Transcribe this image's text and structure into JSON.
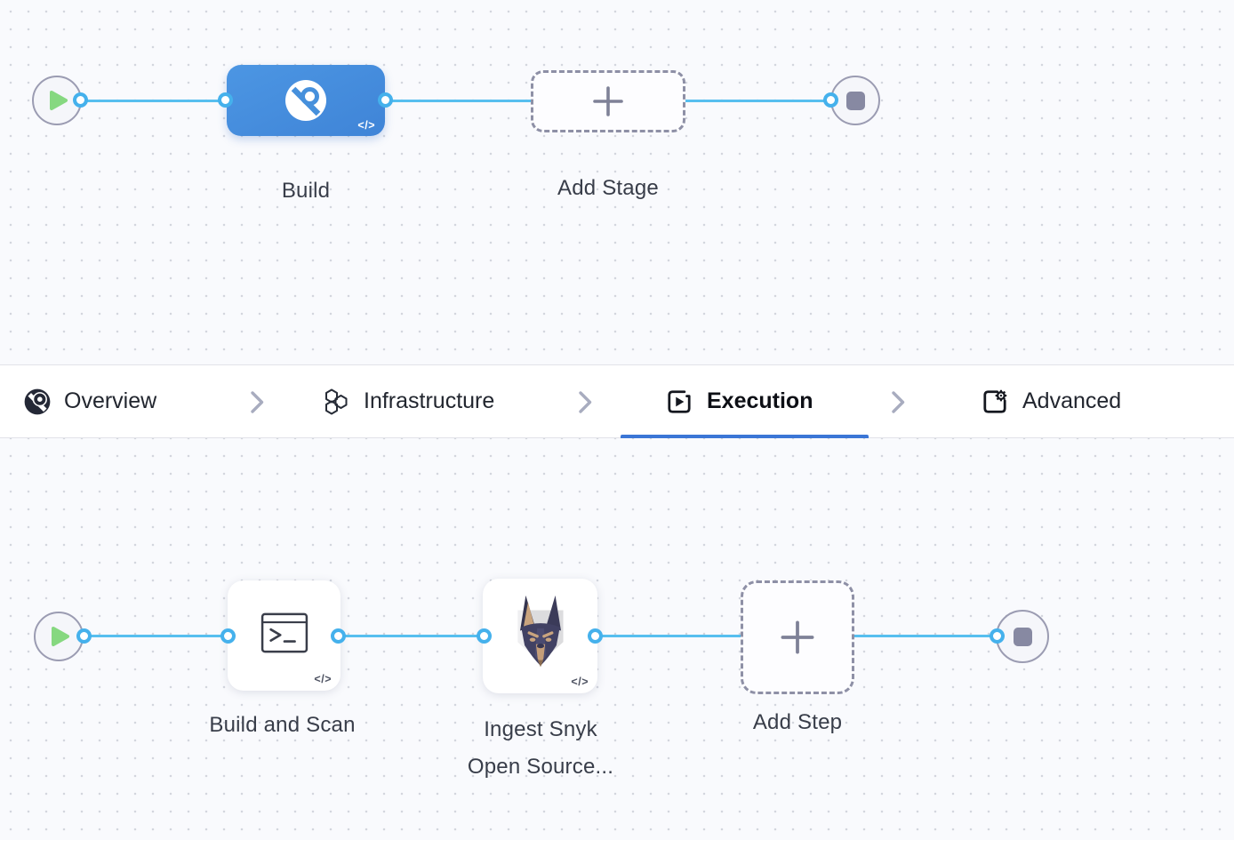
{
  "canvas": {
    "stage_row": {
      "start_icon": "play-icon",
      "build_stage": {
        "label": "Build",
        "icon": "ci-build-icon",
        "code_badge": "</>"
      },
      "add_stage": {
        "label": "Add Stage",
        "icon": "plus-icon"
      },
      "end_icon": "stop-icon"
    },
    "step_row": {
      "start_icon": "play-icon",
      "build_and_scan_step": {
        "label": "Build and Scan",
        "icon": "terminal-icon",
        "code_badge": "</>"
      },
      "snyk_step": {
        "label_line1": "Ingest Snyk",
        "label_line2": "Open Source...",
        "icon": "snyk-doberman-icon",
        "code_badge": "</>"
      },
      "add_step": {
        "label": "Add Step",
        "icon": "plus-icon"
      },
      "end_icon": "stop-icon"
    }
  },
  "tabs": {
    "separator_icon": "chevron-right-icon",
    "items": [
      {
        "label": "Overview",
        "icon": "ci-overview-icon",
        "active": false
      },
      {
        "label": "Infrastructure",
        "icon": "hexagons-icon",
        "active": false
      },
      {
        "label": "Execution",
        "icon": "play-square-icon",
        "active": true
      },
      {
        "label": "Advanced",
        "icon": "gear-square-icon",
        "active": false
      }
    ]
  },
  "colors": {
    "stage_blue": "#4690DC",
    "connector_line_blue": "#57BFEF",
    "connector_ring_blue": "#45B1EC",
    "tab_underline_blue": "#3B76D6",
    "play_green": "#86D880",
    "end_square_gray": "#8789A2",
    "dashed_border_gray": "#8E90A6"
  }
}
